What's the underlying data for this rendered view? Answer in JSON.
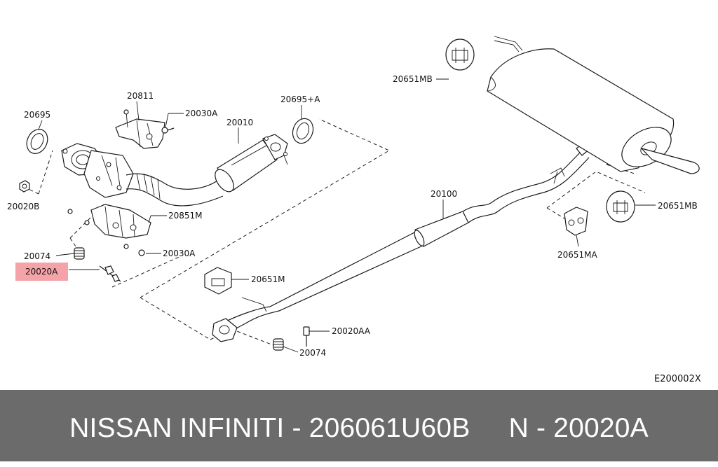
{
  "labels": {
    "p20695": "20695",
    "p20811": "20811",
    "p20030a_top": "20030A",
    "p20010": "20010",
    "p20695a": "20695+A",
    "p20651mb_top": "20651MB",
    "p20020b": "20020B",
    "p20851m": "20851M",
    "p20030a_bottom": "20030A",
    "p20074_left": "20074",
    "p20020a": "20020A",
    "p20100": "20100",
    "p20651mb_right": "20651MB",
    "p20651ma": "20651MA",
    "p20651m": "20651M",
    "p20020aa": "20020AA",
    "p20074_bottom": "20074"
  },
  "diagram_code": "E200002X",
  "highlight_color": "#f4a3a8",
  "footer": {
    "text": "NISSAN INFINITI - 206061U60B     N - 20020A",
    "background": "#6b6b6b"
  }
}
